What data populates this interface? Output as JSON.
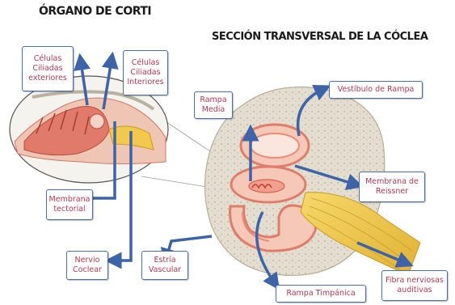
{
  "titles": {
    "organo": "ÓRGANO DE CORTI",
    "seccion": "SECCIÓN TRANSVERSAL DE LA CÓCLEA"
  },
  "labels": {
    "celulas_exteriores": "Células Ciliadas exteriores",
    "celulas_interiores": "Células Ciliadas Interiores",
    "rampa_media": "Rampa Media",
    "vestibulo_rampa": "Vestíbulo de Rampa",
    "membrana_reissner": "Membrana de Reissner",
    "membrana_tectorial": "Membrana tectorial",
    "nervio_coclear": "Nervio Coclear",
    "estria_vascular": "Estría Vascular",
    "rampa_timpanica": "Rampa Timpánica",
    "fibra_nerviosas": "Fibra nerviosas auditivas"
  },
  "colors": {
    "arrow": "#3d63a8",
    "label_text": "#b13a52",
    "bone": "#e4ded0",
    "duct": "#f0a08e",
    "nerve": "#f2c94c"
  }
}
